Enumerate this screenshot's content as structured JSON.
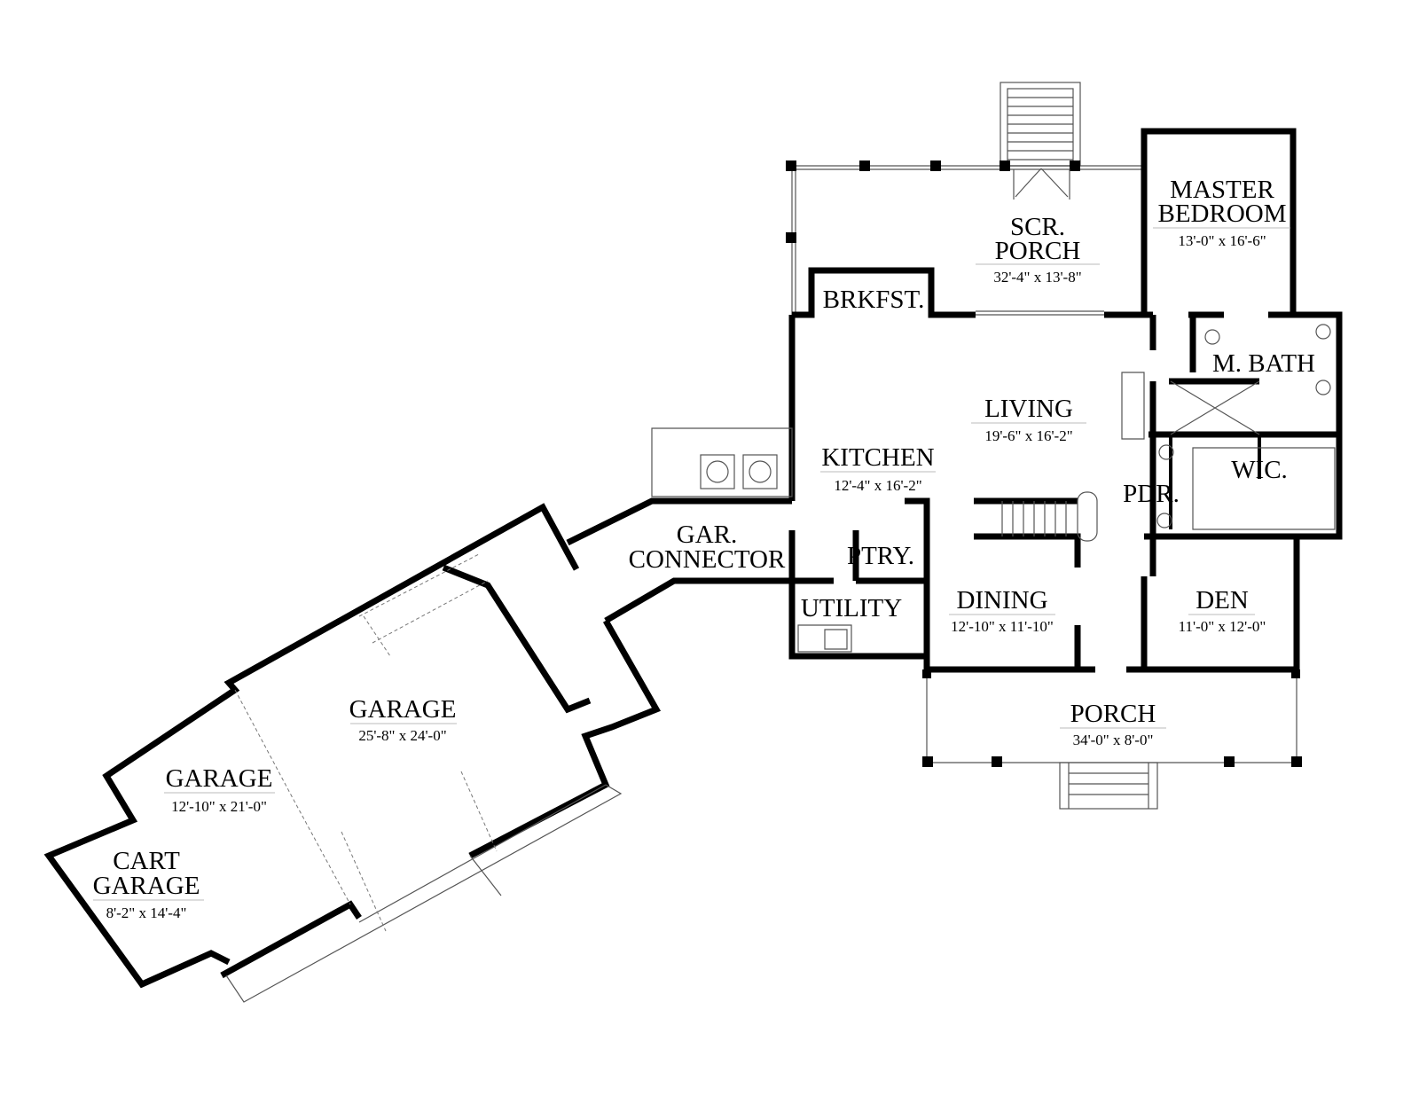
{
  "plan": {
    "rooms": [
      {
        "id": "scr-porch",
        "name_lines": [
          "SCR.",
          "PORCH"
        ],
        "dims": "32'-4\" x 13'-8\""
      },
      {
        "id": "master-bedroom",
        "name_lines": [
          "MASTER",
          "BEDROOM"
        ],
        "dims": "13'-0\" x 16'-6\""
      },
      {
        "id": "brkfst",
        "name_lines": [
          "BRKFST."
        ],
        "dims": null
      },
      {
        "id": "living",
        "name_lines": [
          "LIVING"
        ],
        "dims": "19'-6\" x 16'-2\""
      },
      {
        "id": "kitchen",
        "name_lines": [
          "KITCHEN"
        ],
        "dims": "12'-4\" x 16'-2\""
      },
      {
        "id": "m-bath",
        "name_lines": [
          "M. BATH"
        ],
        "dims": null
      },
      {
        "id": "wic",
        "name_lines": [
          "WIC."
        ],
        "dims": null
      },
      {
        "id": "pdr",
        "name_lines": [
          "PDR."
        ],
        "dims": null
      },
      {
        "id": "gar-connector",
        "name_lines": [
          "GAR.",
          "CONNECTOR"
        ],
        "dims": null
      },
      {
        "id": "ptry",
        "name_lines": [
          "PTRY."
        ],
        "dims": null
      },
      {
        "id": "utility",
        "name_lines": [
          "UTILITY"
        ],
        "dims": null
      },
      {
        "id": "dining",
        "name_lines": [
          "DINING"
        ],
        "dims": "12'-10\" x 11'-10\""
      },
      {
        "id": "den",
        "name_lines": [
          "DEN"
        ],
        "dims": "11'-0\" x 12'-0\""
      },
      {
        "id": "porch",
        "name_lines": [
          "PORCH"
        ],
        "dims": "34'-0\" x 8'-0\""
      },
      {
        "id": "garage-main",
        "name_lines": [
          "GARAGE"
        ],
        "dims": "25'-8\" x 24'-0\""
      },
      {
        "id": "garage-side",
        "name_lines": [
          "GARAGE"
        ],
        "dims": "12'-10\" x 21'-0\""
      },
      {
        "id": "cart-garage",
        "name_lines": [
          "CART",
          "GARAGE"
        ],
        "dims": "8'-2\" x 14'-4\""
      }
    ]
  }
}
